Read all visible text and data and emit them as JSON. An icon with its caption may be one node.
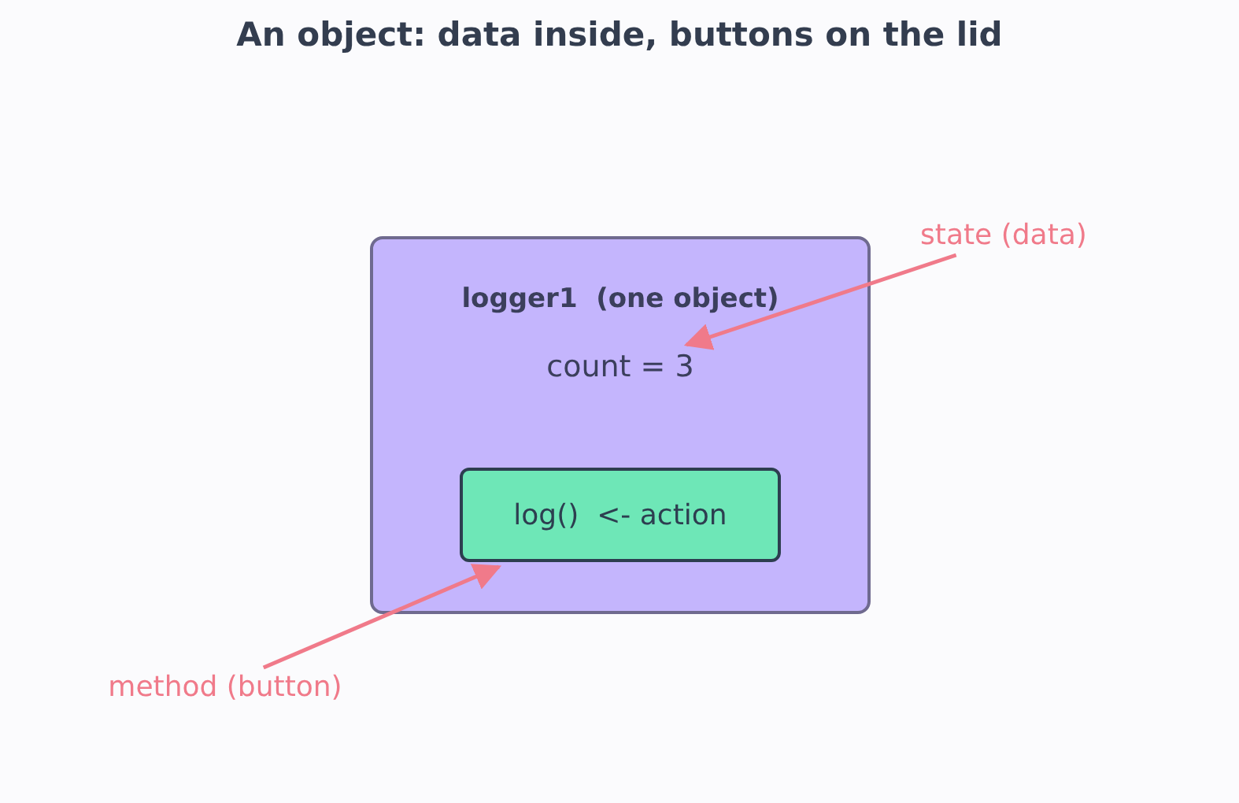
{
  "diagram": {
    "title": "An object: data inside, buttons on the lid",
    "nodes": [
      {
        "text": [
          "logger1  (one object)"
        ]
      },
      {
        "text": [
          "count = 3"
        ],
        "in": 0
      },
      {
        "text": [
          "log()  <- action"
        ],
        "in": 0
      },
      {
        "text": [
          "state (data)"
        ]
      },
      {
        "text": [
          "method (button)"
        ]
      }
    ],
    "edges": [
      {
        "from": 3,
        "to": 1,
        "arrow": "to"
      },
      {
        "from": 4,
        "to": 2,
        "arrow": "to"
      }
    ]
  }
}
